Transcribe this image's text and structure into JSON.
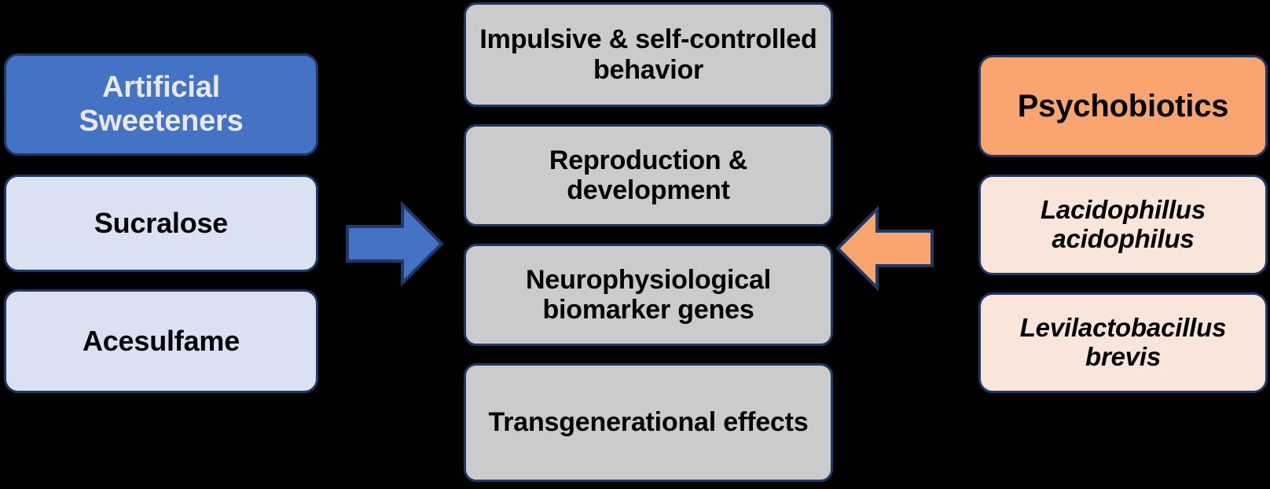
{
  "diagram": {
    "background_color": "#000000",
    "border_color": "#1F3864",
    "left_column": {
      "header": {
        "label": "Artificial Sweeteners",
        "fill": "#4472C4",
        "text_color": "#E8E8E8"
      },
      "items": [
        {
          "label": "Sucralose",
          "fill": "#D9E1F2"
        },
        {
          "label": "Acesulfame",
          "fill": "#D9E1F2"
        }
      ]
    },
    "middle_column": {
      "fill": "#CBCBCB",
      "items": [
        {
          "label": "Impulsive & self-controlled behavior"
        },
        {
          "label": "Reproduction & development"
        },
        {
          "label": "Neurophysiological biomarker genes"
        },
        {
          "label": "Transgenerational effects"
        }
      ]
    },
    "right_column": {
      "header": {
        "label": "Psychobiotics",
        "fill": "#FAA470",
        "text_color": "#000000"
      },
      "items": [
        {
          "label": "Lacidophillus acidophilus",
          "fill": "#FAE5DA",
          "italic": true
        },
        {
          "label": "Levilactobacillus brevis",
          "fill": "#FAE5DA",
          "italic": true
        }
      ]
    },
    "arrows": [
      {
        "name": "arrow-right-blue",
        "direction": "right",
        "fill": "#4472C4",
        "stroke": "#1F3864"
      },
      {
        "name": "arrow-left-orange",
        "direction": "left",
        "fill": "#FAA470",
        "stroke": "#1F3864"
      }
    ]
  }
}
